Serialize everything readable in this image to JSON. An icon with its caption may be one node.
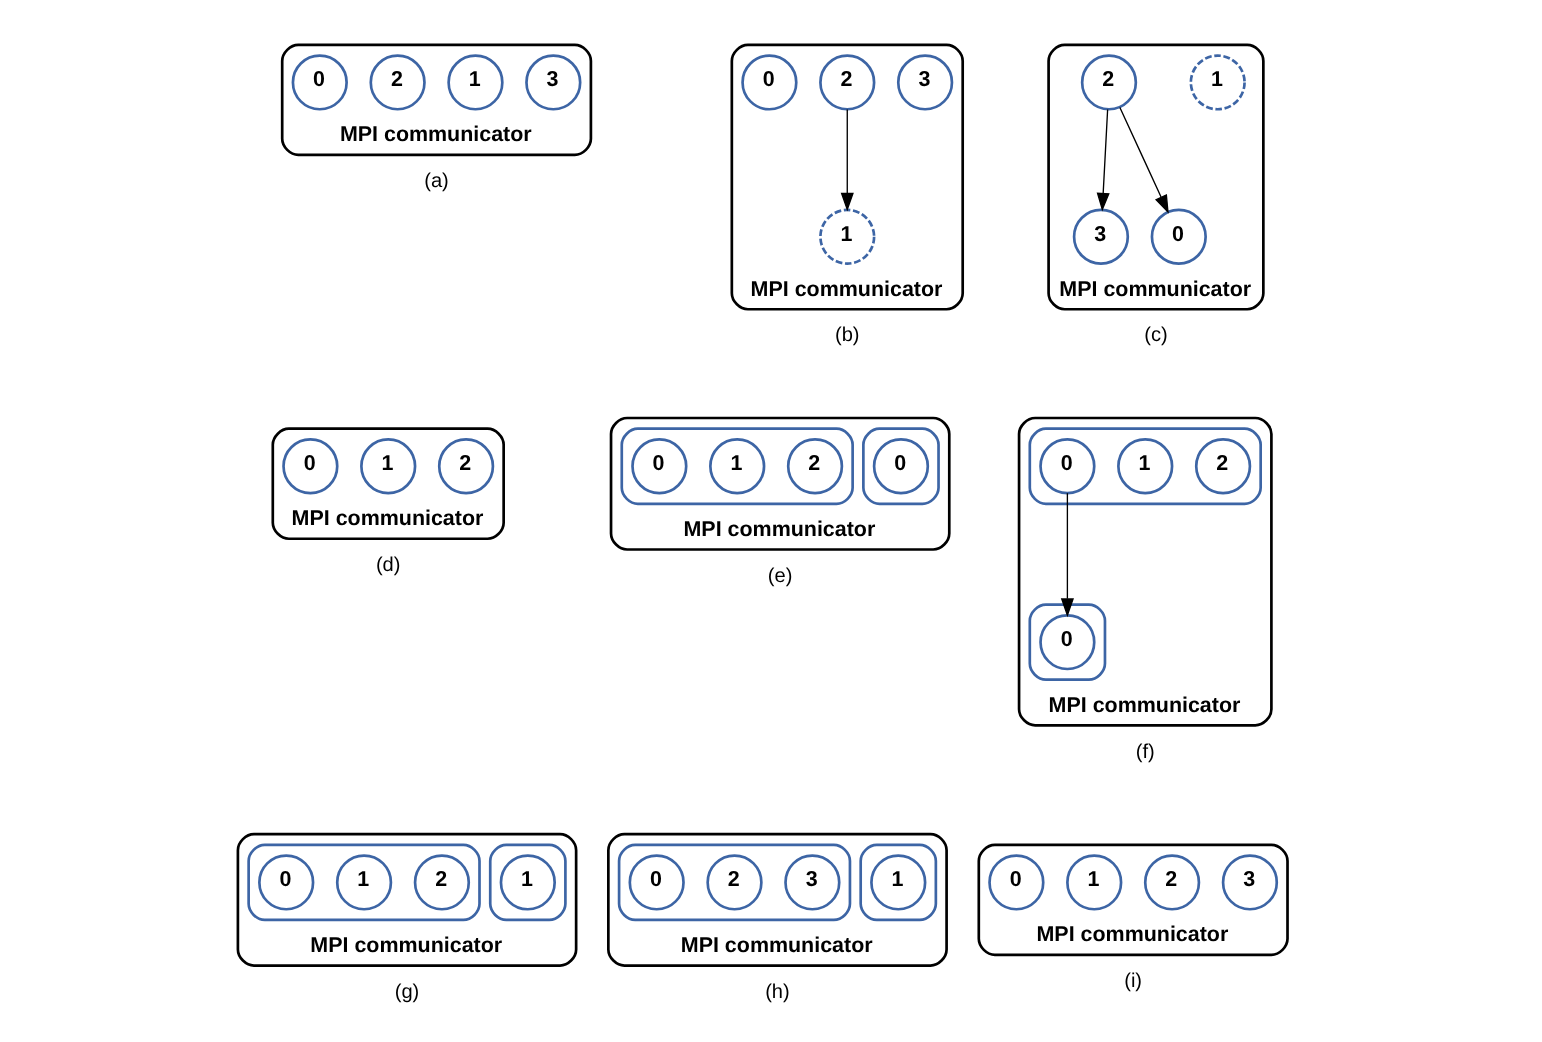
{
  "diagram": {
    "nodes": [
      {
        "text": [
          "MPI communicator"
        ],
        "beside": [
          "(a)"
        ]
      },
      {
        "text": [
          "0"
        ],
        "in": 0
      },
      {
        "text": [
          "2"
        ],
        "in": 0
      },
      {
        "text": [
          "1"
        ],
        "in": 0
      },
      {
        "text": [
          "3"
        ],
        "in": 0
      },
      {
        "text": [
          "MPI communicator"
        ],
        "beside": [
          "(b)"
        ]
      },
      {
        "text": [
          "0"
        ],
        "in": 5
      },
      {
        "text": [
          "2"
        ],
        "in": 5
      },
      {
        "text": [
          "1"
        ],
        "in": 5
      },
      {
        "text": [
          "3"
        ],
        "in": 5
      },
      {
        "text": [
          "MPI communicator"
        ],
        "beside": [
          "(c)"
        ]
      },
      {
        "text": [
          "0"
        ],
        "in": 10
      },
      {
        "text": [
          "2"
        ],
        "in": 10
      },
      {
        "text": [
          "1"
        ],
        "in": 10
      },
      {
        "text": [
          "3"
        ],
        "in": 10
      },
      {
        "text": [
          "MPI communicator"
        ],
        "beside": [
          "(d)"
        ]
      },
      {
        "text": [
          "0"
        ],
        "in": 15
      },
      {
        "text": [
          "1"
        ],
        "in": 15
      },
      {
        "text": [
          "2"
        ],
        "in": 15
      },
      {
        "text": [
          "MPI communicator"
        ],
        "beside": [
          "(e)"
        ]
      },
      {
        "text": [],
        "shape": "box",
        "in": 19
      },
      {
        "text": [
          "0"
        ],
        "in": 20
      },
      {
        "text": [
          "1"
        ],
        "in": 20
      },
      {
        "text": [
          "2"
        ],
        "in": 20
      },
      {
        "text": [],
        "shape": "box",
        "in": 19
      },
      {
        "text": [
          "0"
        ],
        "in": 24
      },
      {
        "text": [
          "MPI communicator"
        ],
        "beside": [
          "(f)"
        ]
      },
      {
        "text": [],
        "shape": "box",
        "in": 26
      },
      {
        "text": [
          "0"
        ],
        "in": 27
      },
      {
        "text": [
          "1"
        ],
        "in": 27
      },
      {
        "text": [
          "2"
        ],
        "in": 27
      },
      {
        "text": [],
        "shape": "box",
        "in": 26
      },
      {
        "text": [
          "0"
        ],
        "in": 31
      },
      {
        "text": [
          "MPI communicator"
        ],
        "beside": [
          "(g)"
        ]
      },
      {
        "text": [],
        "shape": "box",
        "in": 33
      },
      {
        "text": [
          "0"
        ],
        "in": 34
      },
      {
        "text": [
          "1"
        ],
        "in": 34
      },
      {
        "text": [
          "2"
        ],
        "in": 34
      },
      {
        "text": [],
        "shape": "box",
        "in": 33
      },
      {
        "text": [
          "1"
        ],
        "in": 38
      },
      {
        "text": [
          "MPI communicator"
        ],
        "beside": [
          "(h)"
        ]
      },
      {
        "text": [],
        "shape": "box",
        "in": 40
      },
      {
        "text": [
          "0"
        ],
        "in": 41
      },
      {
        "text": [
          "2"
        ],
        "in": 41
      },
      {
        "text": [
          "3"
        ],
        "in": 41
      },
      {
        "text": [],
        "shape": "box",
        "in": 40
      },
      {
        "text": [
          "1"
        ],
        "in": 45
      },
      {
        "text": [
          "MPI communicator"
        ],
        "beside": [
          "(i)"
        ]
      },
      {
        "text": [
          "0"
        ],
        "in": 47
      },
      {
        "text": [
          "1"
        ],
        "in": 47
      },
      {
        "text": [
          "2"
        ],
        "in": 47
      },
      {
        "text": [
          "3"
        ],
        "in": 47
      }
    ],
    "edges": [
      {
        "from": 7,
        "to": 8,
        "arrow": "to"
      },
      {
        "from": 12,
        "to": 11,
        "arrow": "to"
      },
      {
        "from": 12,
        "to": 14,
        "arrow": "to"
      },
      {
        "from": 28,
        "to": 32,
        "arrow": "to"
      }
    ]
  }
}
